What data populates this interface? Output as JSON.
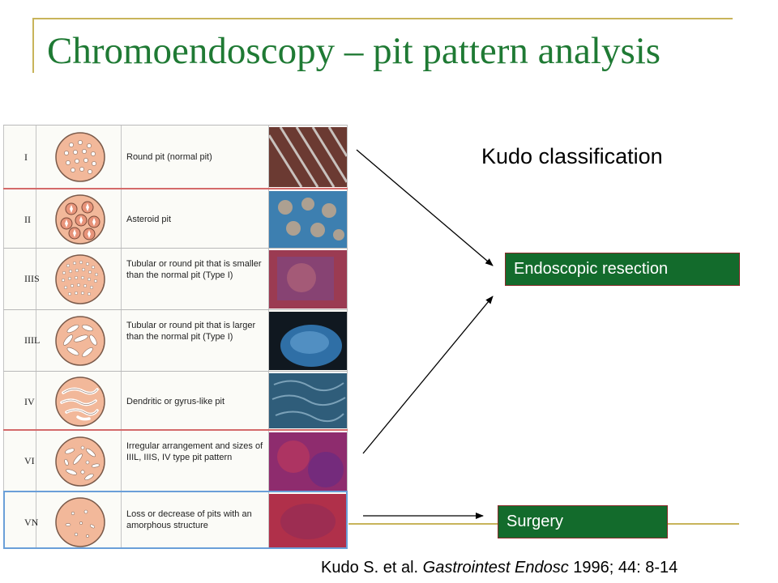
{
  "slide": {
    "title": "Chromoendoscopy – pit pattern analysis",
    "heading": "Kudo classification",
    "outcomes": {
      "resection": "Endoscopic resection",
      "surgery": "Surgery"
    },
    "citation": {
      "authors": "Kudo S. et al. ",
      "journal": "Gastrointest Endosc",
      "details": " 1996; 44: 8-14"
    }
  },
  "table": {
    "rows": [
      {
        "type": "I",
        "description": "Round pit (normal pit)",
        "photo_color": "#6b3a32"
      },
      {
        "type": "II",
        "description": "Asteroid pit",
        "photo_color": "#3d7fb0"
      },
      {
        "type": "IIIS",
        "description": "Tubular or round pit that is smaller than the normal pit (Type I)",
        "photo_color": "#9b3b52"
      },
      {
        "type": "IIIL",
        "description": "Tubular or round pit that is larger than the normal pit (Type I)",
        "photo_color": "#2f6fa6"
      },
      {
        "type": "IV",
        "description": "Dendritic or gyrus-like pit",
        "photo_color": "#2f5d7a"
      },
      {
        "type": "VI",
        "description": "Irregular arrangement and sizes of IIIL, IIIS, IV type pit pattern",
        "photo_color": "#8e2c6e"
      },
      {
        "type": "VN",
        "description": "Loss or decrease of pits with an amorphous structure",
        "photo_color": "#b0304a"
      }
    ]
  },
  "colors": {
    "title_green": "#1f7a34",
    "box_green": "#136b2c",
    "rule_gold": "#c8b45a",
    "pit_fill": "#f2b89a"
  }
}
